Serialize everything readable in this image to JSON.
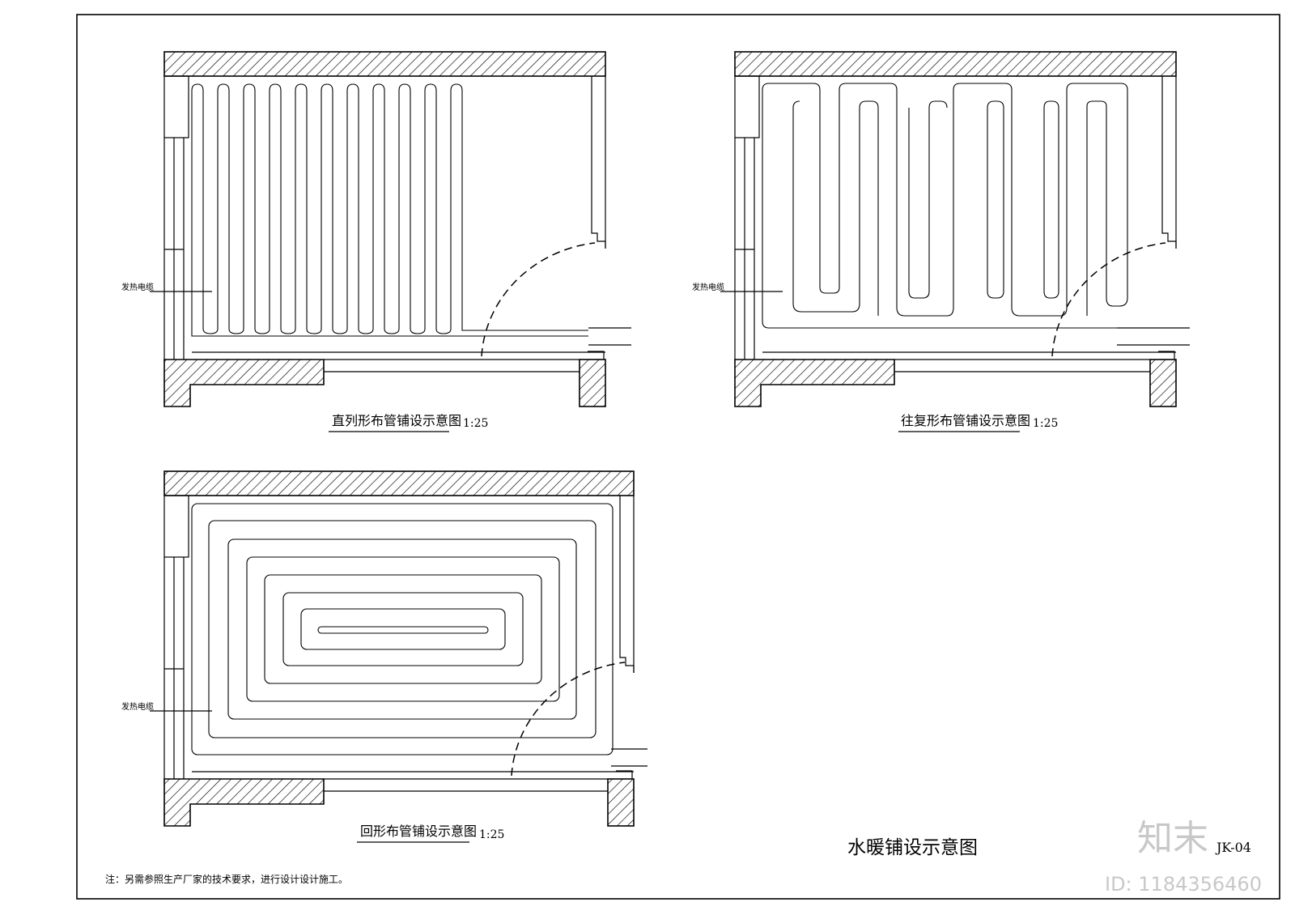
{
  "sheet": {
    "title": "水暖铺设示意图",
    "drawing_code": "JK-04",
    "note": "注：另需参照生产厂家的技术要求，进行设计设计施工。"
  },
  "diagrams": {
    "straight": {
      "title": "直列形布管铺设示意图",
      "scale": "1:25",
      "cable_label": "发热电缆"
    },
    "reciprocating": {
      "title": "往复形布管铺设示意图",
      "scale": "1:25",
      "cable_label": "发热电缆"
    },
    "spiral": {
      "title": "回形布管铺设示意图",
      "scale": "1:25",
      "cable_label": "发热电缆"
    }
  },
  "watermark": {
    "logo_text": "知末",
    "id_text": "ID: 1184356460"
  }
}
